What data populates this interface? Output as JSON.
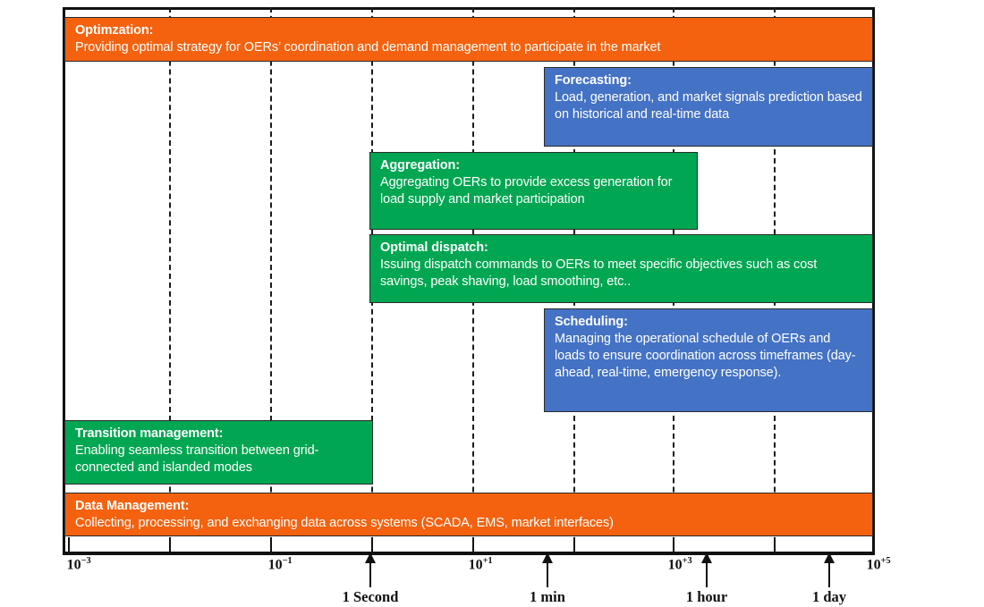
{
  "figure": {
    "type": "timeline-diagram",
    "title_typo_note": "Optimzation",
    "colors": {
      "orange": "#F4620F",
      "green": "#00A651",
      "blue": "#4472C4",
      "frame": "#111111",
      "gridline": "#1b1b1b",
      "text_on_box": "#ffffff"
    }
  },
  "boxes": [
    {
      "id": "optimization",
      "title": "Optimzation:",
      "desc": "Providing optimal strategy for OERs’ coordination and demand management to participate in the market",
      "color": "orange"
    },
    {
      "id": "forecasting",
      "title": "Forecasting:",
      "desc": "Load, generation, and market signals prediction based on historical and real-time data",
      "color": "blue"
    },
    {
      "id": "aggregation",
      "title": "Aggregation:",
      "desc": "Aggregating OERs to provide excess generation for load supply and market participation",
      "color": "green"
    },
    {
      "id": "optimal-dispatch",
      "title": "Optimal dispatch:",
      "desc": "Issuing dispatch commands to OERs to meet specific objectives such as cost savings, peak shaving, load smoothing, etc..",
      "color": "green"
    },
    {
      "id": "scheduling",
      "title": "Scheduling:",
      "desc": "Managing the operational schedule of OERs and loads to ensure coordination across timeframes (day-ahead, real-time, emergency response).",
      "color": "blue"
    },
    {
      "id": "transition-management",
      "title": "Transition management:",
      "desc": "Enabling seamless transition between grid-connected and islanded modes",
      "color": "green"
    },
    {
      "id": "data-management",
      "title": "Data Management:",
      "desc": "Collecting, processing, and exchanging data across systems (SCADA, EMS, market interfaces)",
      "color": "orange"
    }
  ],
  "axis": {
    "scale": "logarithmic",
    "unit": "seconds",
    "ticks": [
      {
        "mantissa": "10",
        "exponent": "−3",
        "label": "10⁻³"
      },
      {
        "mantissa": "10",
        "exponent": "−1",
        "label": "10⁻¹"
      },
      {
        "mantissa": "10",
        "exponent": "+1",
        "label": "10⁺¹"
      },
      {
        "mantissa": "10",
        "exponent": "+3",
        "label": "10⁺³"
      },
      {
        "mantissa": "10",
        "exponent": "+5",
        "label": "10⁺⁵"
      }
    ]
  },
  "annotations": [
    {
      "label": "1 Second"
    },
    {
      "label": "1 min"
    },
    {
      "label": "1 hour"
    },
    {
      "label": "1 day"
    }
  ],
  "chart_data": {
    "type": "bar",
    "title": "",
    "xlabel": "",
    "ylabel": "",
    "x_scale": "log10 seconds",
    "x_axis_ticks": [
      "10^-3",
      "10^-1",
      "10^+1",
      "10^+3",
      "10^+5"
    ],
    "x_axis_range": [
      -3,
      5
    ],
    "grid": true,
    "legend": "none",
    "categories": [
      "Optimzation",
      "Forecasting",
      "Aggregation",
      "Optimal dispatch",
      "Scheduling",
      "Transition management",
      "Data Management"
    ],
    "spans_log10_seconds": [
      {
        "name": "Optimzation",
        "start": -3,
        "end": 5,
        "color": "#F4620F"
      },
      {
        "name": "Forecasting",
        "start": 1.8,
        "end": 5,
        "color": "#4472C4"
      },
      {
        "name": "Aggregation",
        "start": 0.1,
        "end": 3.3,
        "color": "#00A651"
      },
      {
        "name": "Optimal dispatch",
        "start": 0.1,
        "end": 5,
        "color": "#00A651"
      },
      {
        "name": "Scheduling",
        "start": 1.8,
        "end": 5,
        "color": "#4472C4"
      },
      {
        "name": "Transition management",
        "start": -3,
        "end": 0.1,
        "color": "#00A651"
      },
      {
        "name": "Data Management",
        "start": -3,
        "end": 5,
        "color": "#F4620F"
      }
    ],
    "annotation_markers": [
      {
        "label": "1 Second",
        "log10_seconds": 0.0
      },
      {
        "label": "1 min",
        "log10_seconds": 1.78
      },
      {
        "label": "1 hour",
        "log10_seconds": 3.56
      },
      {
        "label": "1 day",
        "log10_seconds": 4.94
      }
    ]
  }
}
